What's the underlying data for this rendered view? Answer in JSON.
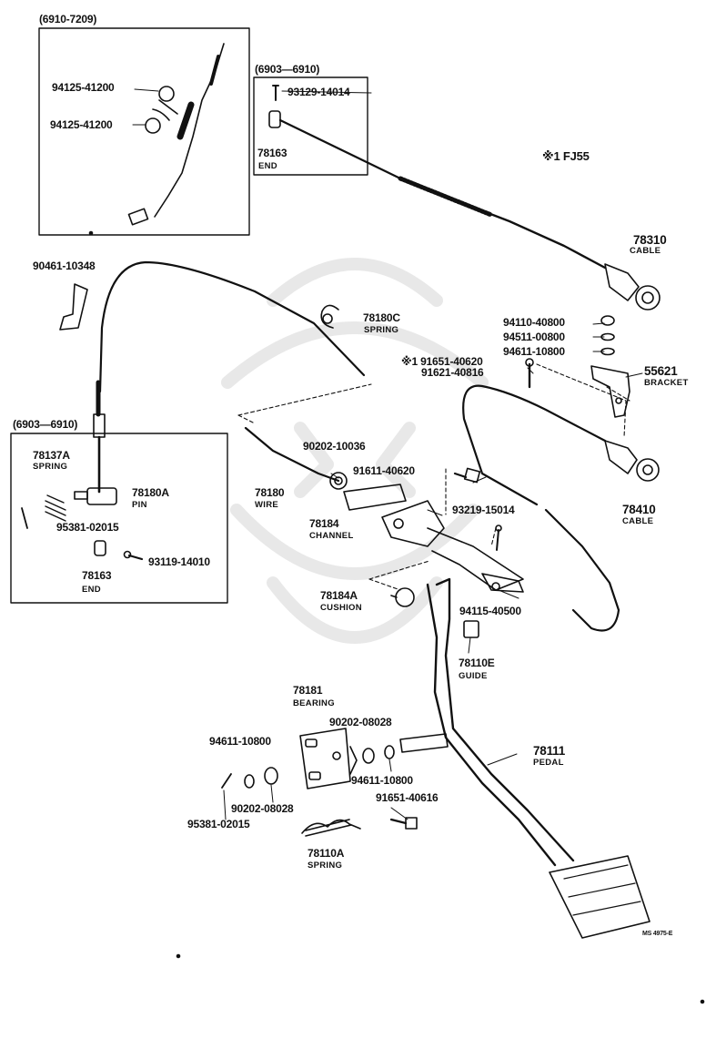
{
  "diagram": {
    "boxes": {
      "top_left": "(6910-7209)",
      "top_middle": "(6903—6910)",
      "left": "(6903—6910)"
    },
    "note": "※1 FJ55",
    "code": "MS 4975-E",
    "labels": {
      "p94125a": "94125-41200",
      "p94125b": "94125-41200",
      "p93129": "93129-14014",
      "p78163top": "78163",
      "p78163top_sub": "END",
      "p78310": "78310",
      "p78310_sub": "CABLE",
      "p90461": "90461-10348",
      "p78180c": "78180C",
      "p78180c_sub": "SPRING",
      "p94110": "94110-40800",
      "p94511": "94511-00800",
      "p94611a": "94611-10800",
      "p91651a": "※1 91651-40620",
      "p91621": "91621-40816",
      "p55621": "55621",
      "p55621_sub": "BRACKET",
      "p78137a": "78137A",
      "p78137a_sub": "SPRING",
      "p78180a": "78180A",
      "p78180a_sub": "PIN",
      "p95381a": "95381-02015",
      "p78163left": "78163",
      "p78163left_sub": "END",
      "p93119": "93119-14010",
      "p90202a": "90202-10036",
      "p91611": "91611-40620",
      "p78180": "78180",
      "p78180_sub": "WIRE",
      "p78184": "78184",
      "p78184_sub": "CHANNEL",
      "p93219": "93219-15014",
      "p78410": "78410",
      "p78410_sub": "CABLE",
      "p78184a": "78184A",
      "p78184a_sub": "CUSHION",
      "p94115": "94115-40500",
      "p78110e": "78110E",
      "p78110e_sub": "GUIDE",
      "p78181": "78181",
      "p78181_sub": "BEARING",
      "p90202b": "90202-08028",
      "p94611b": "94611-10800",
      "p78111": "78111",
      "p78111_sub": "PEDAL",
      "p94611c": "94611-10800",
      "p91651b": "91651-40616",
      "p90202c": "90202-08028",
      "p95381b": "95381-02015",
      "p78110a": "78110A",
      "p78110a_sub": "SPRING"
    }
  }
}
